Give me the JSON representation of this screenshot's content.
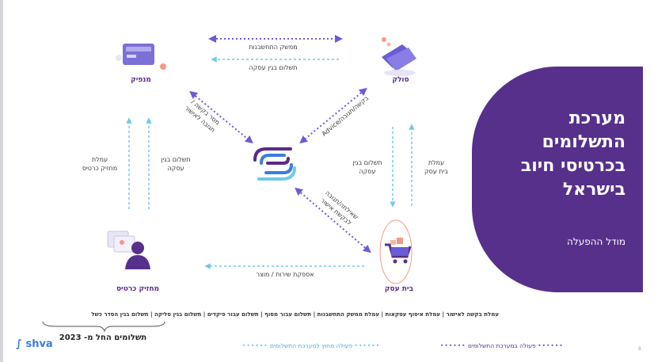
{
  "panel": {
    "title_lines": [
      "מערכת",
      "התשלומים",
      "בכרטיסי חיוב",
      "בישראל"
    ],
    "subtitle": "מודל ההפעלה"
  },
  "nodes": {
    "issuer": "מנפיק",
    "acquirer": "סולק",
    "merchant": "בית עסק",
    "cardholder": "מחזיק כרטיס"
  },
  "flows": {
    "top_dotted": "ממשק התחשבנות",
    "top_dashed": "תשלום בגין עסקה",
    "issuer_shva": [
      "מסר בקשה /",
      "תגובה לאישור"
    ],
    "acquirer_shva": "בקשה/תגובה/Advice",
    "left_payment": [
      "תשלום בגין",
      "עסקה"
    ],
    "left_fee": [
      "עמלת",
      "מחזיק כרטיס"
    ],
    "right_payment": [
      "תשלום בגין",
      "עסקה"
    ],
    "right_fee": [
      "עמלת",
      "בית עסק"
    ],
    "merchant_shva": [
      "שאילתה/תגובה",
      "לבקשת אישור"
    ],
    "bottom": "אספקת שירות / מוצר"
  },
  "legend_items": [
    "עמלת בקשה לאישור",
    "עמלת איסוף עסקאות",
    "עמלת ממשק התחשבנות",
    "תשלום עבור מסוף",
    "תשלום עבור פיקדים",
    "תשלום בגין סליקה",
    "תשלום בגין הסדר כשל"
  ],
  "year_note": "תשלומים החל מ- 2023",
  "logo": "shva",
  "keys": {
    "inside": "פעולה במערכת התשלומים",
    "outside": "פעולה מחוץ למערכת התשלומים"
  },
  "page_number": "8",
  "colors": {
    "purple": "#56308a",
    "dotted_blue": "#6b5bd6",
    "dashed_cyan": "#72c9ea",
    "shva_blue": "#3c7ddb"
  },
  "icons": [
    "card-reader-icon",
    "card-swipe-icon",
    "shopping-cart-icon",
    "person-card-icon",
    "shva-logo-icon"
  ]
}
